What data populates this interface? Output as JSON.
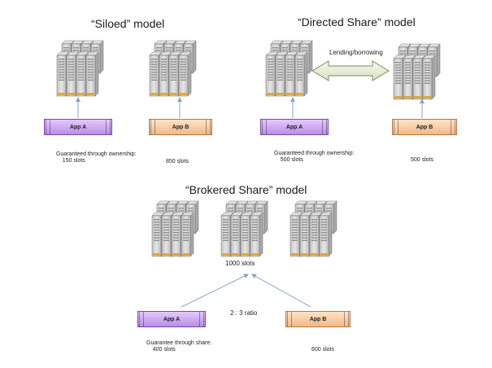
{
  "diagram": {
    "siloed": {
      "title": "“Siloed” model",
      "app_a": "App A",
      "app_b": "App B",
      "caption_a": "Guaranteed through ownership:\n    150 slots",
      "caption_b": "850 slots"
    },
    "directed": {
      "title": "“Directed Share” model",
      "lending_label": "Lending/borrowing",
      "app_a": "App A",
      "app_b": "App B",
      "caption_a": "Guaranteed through ownership:\n    500 slots",
      "caption_b": "500 slots"
    },
    "brokered": {
      "title": "“Brokered Share” model",
      "pool_label": "1000 slots",
      "ratio_label": "2 : 3  ratio",
      "app_a": "App A",
      "app_b": "App B",
      "caption_a": "Guarantee through share:\n    400 slots",
      "caption_b": "600 slots"
    },
    "colors": {
      "app_a": "#c9a4f3",
      "app_b": "#f8c89b",
      "server": "#d9d9d9",
      "arrow": "#8aa3c8"
    }
  }
}
